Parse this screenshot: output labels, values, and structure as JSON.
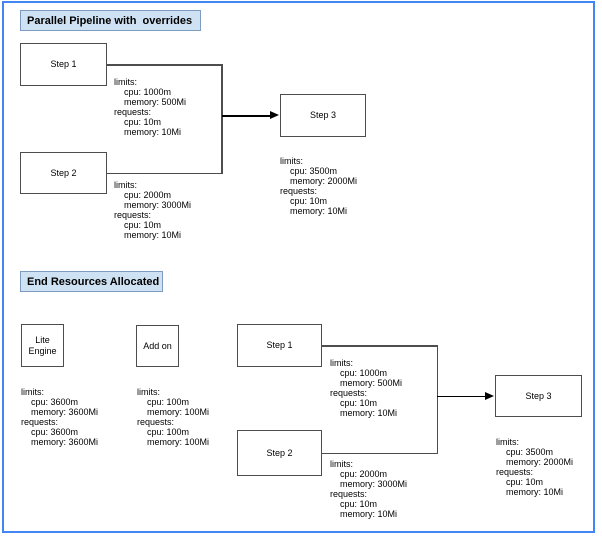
{
  "colors": {
    "outer_border": "#4285f4",
    "title_fill": "#cfe2f3",
    "title_border": "#7e9cc0",
    "node_border": "#4d4d4d",
    "connector": "#4d4d4d",
    "arrow": "#000000",
    "text": "#000000",
    "background": "#ffffff"
  },
  "parallel_section": {
    "title": "Parallel Pipeline with  overrides",
    "nodes": {
      "step1": "Step 1",
      "step2": "Step 2",
      "step3": "Step 3"
    },
    "resources": {
      "step1": {
        "lines": [
          "limits:",
          "    cpu: 1000m",
          "    memory: 500Mi",
          "requests:",
          "    cpu: 10m",
          "    memory: 10Mi"
        ]
      },
      "step2": {
        "lines": [
          "limits:",
          "    cpu: 2000m",
          "    memory: 3000Mi",
          "requests:",
          "    cpu: 10m",
          "    memory: 10Mi"
        ]
      },
      "step3": {
        "lines": [
          "limits:",
          "    cpu: 3500m",
          "    memory: 2000Mi",
          "requests:",
          "    cpu: 10m",
          "    memory: 10Mi"
        ]
      }
    }
  },
  "end_section": {
    "title": "End Resources Allocated",
    "nodes": {
      "lite_engine": "Lite Engine",
      "add_on": "Add on",
      "step1": "Step 1",
      "step2": "Step 2",
      "step3": "Step 3"
    },
    "resources": {
      "lite_engine": {
        "lines": [
          "limits:",
          "    cpu: 3600m",
          "    memory: 3600Mi",
          "requests:",
          "    cpu: 3600m",
          "    memory: 3600Mi"
        ]
      },
      "add_on": {
        "lines": [
          "limits:",
          "    cpu: 100m",
          "    memory: 100Mi",
          "requests:",
          "    cpu: 100m",
          "    memory: 100Mi"
        ]
      },
      "step1": {
        "lines": [
          "limits:",
          "    cpu: 1000m",
          "    memory: 500Mi",
          "requests:",
          "    cpu: 10m",
          "    memory: 10Mi"
        ]
      },
      "step2": {
        "lines": [
          "limits:",
          "    cpu: 2000m",
          "    memory: 3000Mi",
          "requests:",
          "    cpu: 10m",
          "    memory: 10Mi"
        ]
      },
      "step3": {
        "lines": [
          "limits:",
          "    cpu: 3500m",
          "    memory: 2000Mi",
          "requests:",
          "    cpu: 10m",
          "    memory: 10Mi"
        ]
      }
    }
  }
}
